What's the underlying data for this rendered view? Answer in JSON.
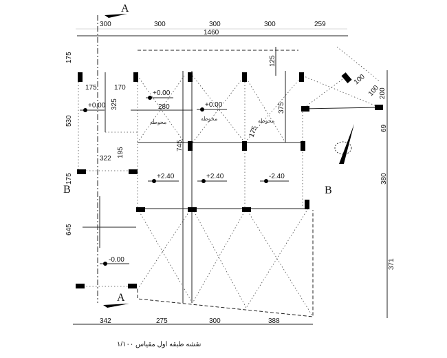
{
  "section_marks": {
    "a_top": "A",
    "a_bottom": "A",
    "b_left": "B",
    "b_right": "B"
  },
  "dimensions": {
    "top": [
      "300",
      "300",
      "300",
      "300",
      "259"
    ],
    "top_total": "1460",
    "left": [
      "175",
      "530",
      "175",
      "645"
    ],
    "right": [
      "200",
      "69",
      "380",
      "371"
    ],
    "bottom": [
      "342",
      "275",
      "300",
      "388"
    ],
    "inner": {
      "d175": "175",
      "d170": "170",
      "d325": "325",
      "d280": "280",
      "d195": "195",
      "d322": "322",
      "d745": "745",
      "d175b": "175",
      "d375": "375",
      "d125": "125",
      "d100a": "100",
      "d100b": "100"
    }
  },
  "levels": {
    "l1": "+0.00",
    "l2": "+0.00",
    "l3": "+0.00",
    "l4": "+2.40",
    "l5": "+2.40",
    "l6": "-2.40",
    "l7": "-0.00"
  },
  "room_labels": [
    "محوطه",
    "محوطه",
    "محوطه"
  ],
  "caption": "نقشه طبقه اول مقیاس ۱/۱۰۰"
}
